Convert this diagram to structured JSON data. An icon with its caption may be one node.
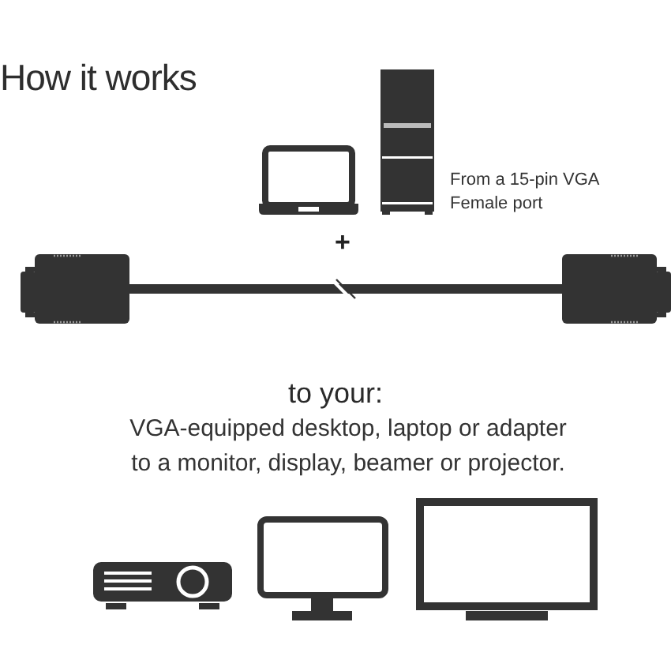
{
  "diagram": {
    "title": "How it works",
    "labels": [
      "From a 15-pin VGA Female port",
      "+",
      "to your:",
      "VGA-equipped desktop, laptop or adapter to a monitor, display, beamer or projector."
    ]
  }
}
